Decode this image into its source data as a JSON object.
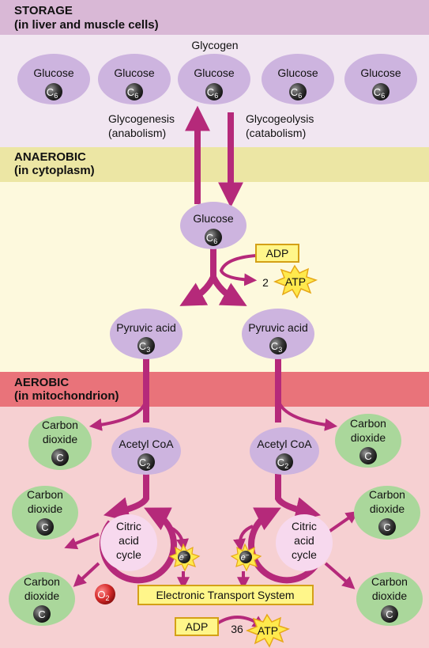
{
  "sections": {
    "storage": {
      "title": "STORAGE",
      "subtitle": "(in liver and muscle cells)",
      "header_color": "#d9b8d6",
      "bg_color": "#f1e6f1"
    },
    "anaerobic": {
      "title": "ANAEROBIC",
      "subtitle": "(in cytoplasm)",
      "header_color": "#ece6a4",
      "bg_color": "#fdf9dd"
    },
    "aerobic": {
      "title": "AEROBIC",
      "subtitle": "(in mitochondrion)",
      "header_color": "#e9737a",
      "bg_color": "#f6d0d2"
    }
  },
  "storage": {
    "glycogen_label": "Glycogen",
    "glucose_units": [
      {
        "label": "Glucose",
        "badge": "C",
        "sub": "6"
      },
      {
        "label": "Glucose",
        "badge": "C",
        "sub": "6"
      },
      {
        "label": "Glucose",
        "badge": "C",
        "sub": "6"
      },
      {
        "label": "Glucose",
        "badge": "C",
        "sub": "6"
      },
      {
        "label": "Glucose",
        "badge": "C",
        "sub": "6"
      }
    ],
    "glycogenesis": {
      "line1": "Glycogenesis",
      "line2": "(anabolism)"
    },
    "glycogeolysis": {
      "line1": "Glycogeolysis",
      "line2": "(catabolism)"
    }
  },
  "anaerobic": {
    "glucose": {
      "label": "Glucose",
      "badge": "C",
      "sub": "6"
    },
    "adp_label": "ADP",
    "atp_count": "2",
    "atp_label": "ATP",
    "pyruvic_left": {
      "label": "Pyruvic acid",
      "badge": "C",
      "sub": "3"
    },
    "pyruvic_right": {
      "label": "Pyruvic acid",
      "badge": "C",
      "sub": "3"
    }
  },
  "aerobic": {
    "acetyl_left": {
      "label": "Acetyl CoA",
      "badge": "C",
      "sub": "2"
    },
    "acetyl_right": {
      "label": "Acetyl CoA",
      "badge": "C",
      "sub": "2"
    },
    "citric_left": {
      "line1": "Citric",
      "line2": "acid",
      "line3": "cycle"
    },
    "citric_right": {
      "line1": "Citric",
      "line2": "acid",
      "line3": "cycle"
    },
    "co2_nodes": [
      {
        "line1": "Carbon",
        "line2": "dioxide",
        "badge": "C"
      },
      {
        "line1": "Carbon",
        "line2": "dioxide",
        "badge": "C"
      },
      {
        "line1": "Carbon",
        "line2": "dioxide",
        "badge": "C"
      },
      {
        "line1": "Carbon",
        "line2": "dioxide",
        "badge": "C"
      },
      {
        "line1": "Carbon",
        "line2": "dioxide",
        "badge": "C"
      },
      {
        "line1": "Carbon",
        "line2": "dioxide",
        "badge": "C"
      }
    ],
    "electron_label": "e",
    "electron_sup": "−",
    "oxygen": {
      "label": "O",
      "sub": "2"
    },
    "ets_label": "Electronic Transport System",
    "adp_label": "ADP",
    "atp_count": "36",
    "atp_label": "ATP"
  },
  "colors": {
    "arrow": "#b5297a",
    "ellipse_purple": "#cdb4df",
    "ellipse_green": "#aad79b",
    "box_yellow": "#fff68a",
    "box_border": "#d4a017",
    "star_fill": "#ffe94d",
    "star_stroke": "#e6a817",
    "cycle_fill": "#f7d9ee",
    "oxygen_red": "#d42a2a"
  }
}
